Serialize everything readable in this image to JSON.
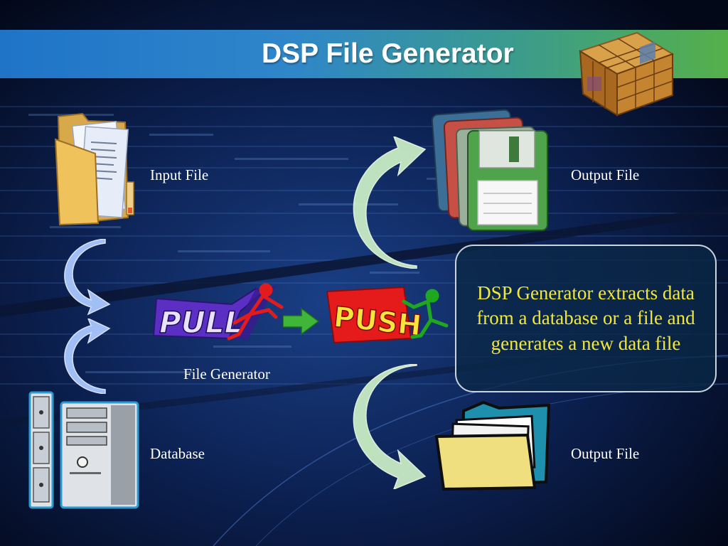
{
  "slide": {
    "title": "DSP File Generator"
  },
  "labels": {
    "input_file": "Input File",
    "output_file_top": "Output File",
    "file_generator": "File Generator",
    "database": "Database",
    "output_file_bottom": "Output File"
  },
  "graphics": {
    "pull_text": "PULL",
    "push_text": "PUSH"
  },
  "callout": {
    "text": "DSP Generator extracts data from a database or a file and generates a new data file"
  },
  "colors": {
    "title_gradient_start": "#1f74c8",
    "title_gradient_end": "#55b04a",
    "callout_text": "#f2e83a",
    "label_text": "#ffffff",
    "pull_fill": "#5b2fc4",
    "push_fill": "#e51b1b",
    "push_text": "#f7e53b"
  }
}
